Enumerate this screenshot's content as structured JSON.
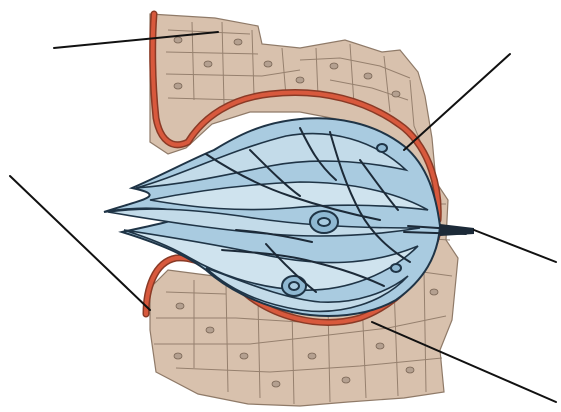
{
  "diagram": {
    "labels": [],
    "leader_lines": [
      {
        "id": "top-left"
      },
      {
        "id": "top-right"
      },
      {
        "id": "left"
      },
      {
        "id": "right-pore"
      },
      {
        "id": "bottom-right"
      }
    ],
    "colors": {
      "background": "#ffffff",
      "cell_fill": "#d8c1ad",
      "cell_border": "#8f7a68",
      "nucleus": "#b4a090",
      "basement_outer": "#8a3a26",
      "basement_fill": "#d8593d",
      "bud_fill": "#a9cbe0",
      "bud_light": "#cfe3ee",
      "bud_outline": "#1f3446",
      "nerve": "#1c2a38",
      "leader": "#111111"
    }
  }
}
